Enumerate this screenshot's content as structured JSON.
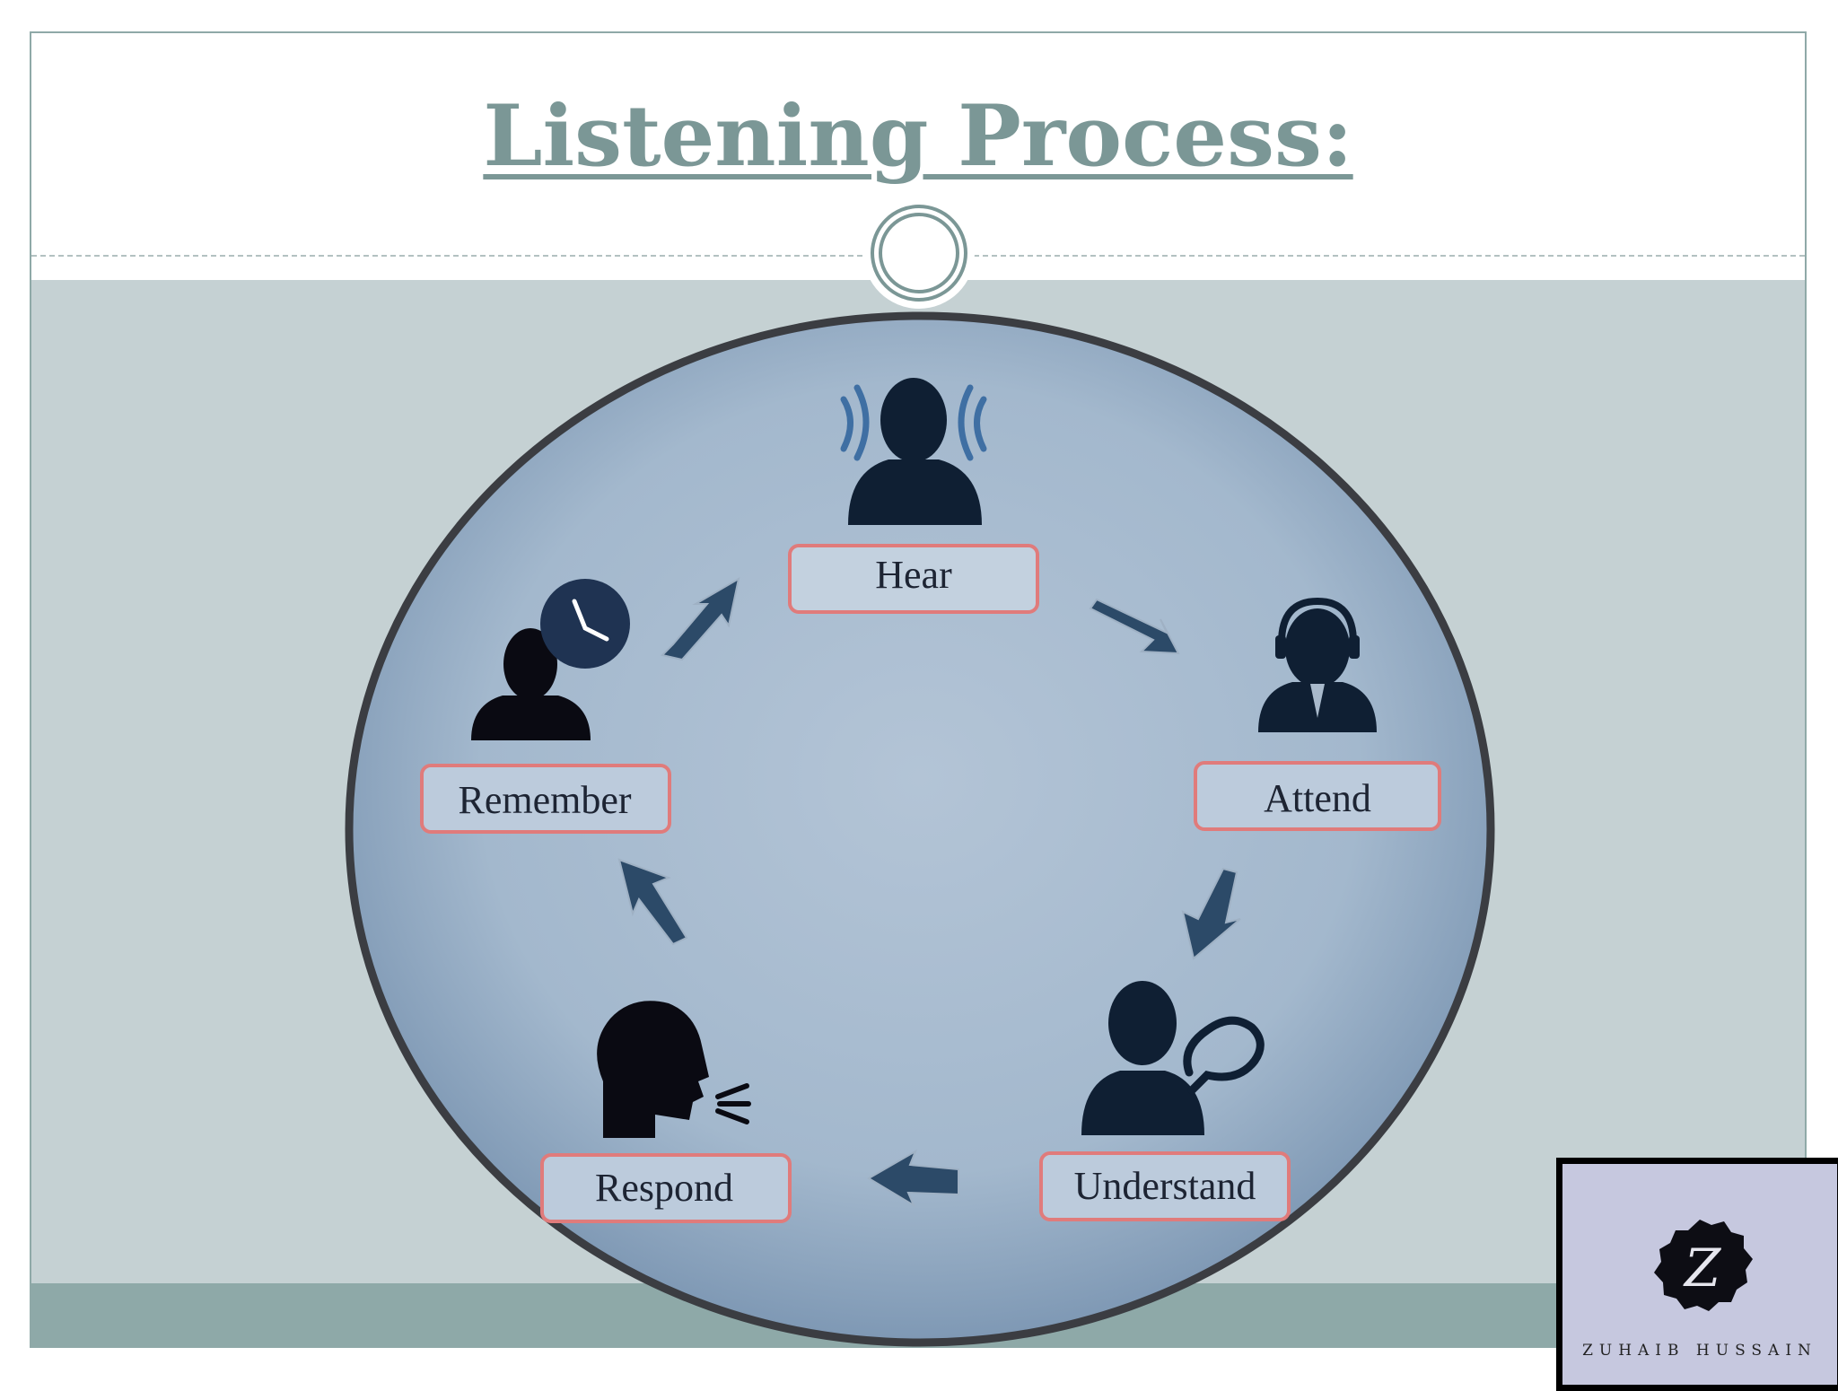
{
  "slide": {
    "title": "Listening Process:"
  },
  "cycle": {
    "stages": [
      {
        "label": "Hear",
        "icon": "person-hearing-icon"
      },
      {
        "label": "Attend",
        "icon": "person-headset-icon"
      },
      {
        "label": "Understand",
        "icon": "person-thought-bubble-icon"
      },
      {
        "label": "Respond",
        "icon": "person-speaking-icon"
      },
      {
        "label": "Remember",
        "icon": "person-clock-icon"
      }
    ]
  },
  "logo": {
    "monogram": "Z",
    "name": "ZUHAIB HUSSAIN"
  },
  "colors": {
    "title": "#7b9796",
    "band": "#c5d1d3",
    "footer": "#8ea9a8",
    "label_border": "#e07b7b",
    "icon": "#0f1f33",
    "arrow": "#2c4a68"
  }
}
